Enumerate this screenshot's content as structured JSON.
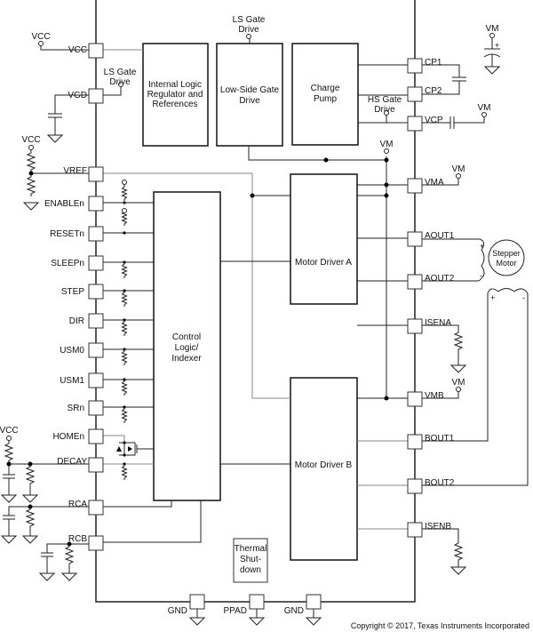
{
  "blocks": {
    "internal_logic": [
      "Internal Logic",
      "Regulator and",
      "References"
    ],
    "low_side": [
      "Low-Side Gate",
      "Drive"
    ],
    "charge_pump": [
      "Charge",
      "Pump"
    ],
    "motor_a": "Motor Driver A",
    "motor_b": "Motor Driver B",
    "control": [
      "Control",
      "Logic/",
      "Indexer"
    ],
    "thermal": [
      "Thermal",
      "Shut-",
      "down"
    ],
    "stepper": [
      "Stepper",
      "Motor"
    ]
  },
  "left_pins": [
    "VCC",
    "VGD",
    "VREF",
    "ENABLEn",
    "RESETn",
    "SLEEPn",
    "STEP",
    "DIR",
    "USM0",
    "USM1",
    "SRn",
    "HOMEn",
    "DECAY",
    "RCA",
    "RCB"
  ],
  "right_pins": [
    "CP1",
    "CP2",
    "VCP",
    "VMA",
    "AOUT1",
    "AOUT2",
    "ISENA",
    "VMB",
    "BOUT1",
    "BOUT2",
    "ISENB"
  ],
  "bottom_pins": [
    "GND",
    "PPAD",
    "GND"
  ],
  "nets": {
    "vcc": "VCC",
    "vm": "VM",
    "ls_gate_drive": [
      "LS Gate",
      "Drive"
    ],
    "hs_gate_drive": [
      "HS Gate",
      "Drive"
    ],
    "plus": "+",
    "minus": "-"
  },
  "copyright": "Copyright © 2017, Texas Instruments Incorporated"
}
